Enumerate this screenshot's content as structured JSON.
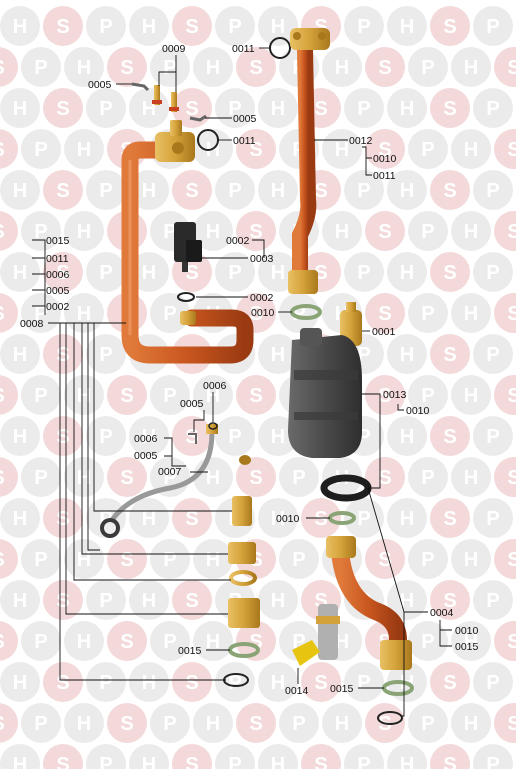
{
  "watermark": {
    "letters": [
      "H",
      "S",
      "P"
    ],
    "colors": {
      "gray": "#ebebeb",
      "red": "#f3d9d9"
    }
  },
  "colors": {
    "copper": "#c8561f",
    "brass": "#d4a23a",
    "rubber": "#2a2a2a",
    "green_seal": "#8aa476",
    "housing": "#4a4a4a"
  },
  "labels": {
    "l0009": "0009",
    "l0005a": "0005",
    "l0005b": "0005",
    "l0011a": "0011",
    "l0011b": "0011",
    "l0012": "0012",
    "l0010a": "0010",
    "l0011c": "0011",
    "l0015a": "0015",
    "l0011d": "0011",
    "l0006a": "0006",
    "l0005c": "0005",
    "l0002a": "0002",
    "l0008": "0008",
    "l0002b": "0002",
    "l0003": "0003",
    "l0002c": "0002",
    "l0010b": "0010",
    "l0001": "0001",
    "l0006b": "0006",
    "l0005d": "0005",
    "l0006c": "0006",
    "l0005e": "0005",
    "l0007": "0007",
    "l0013": "0013",
    "l0010c": "0010",
    "l0010d": "0010",
    "l0004": "0004",
    "l0010e": "0010",
    "l0015b": "0015",
    "l0015c": "0015",
    "l0014": "0014",
    "l0015d": "0015"
  }
}
